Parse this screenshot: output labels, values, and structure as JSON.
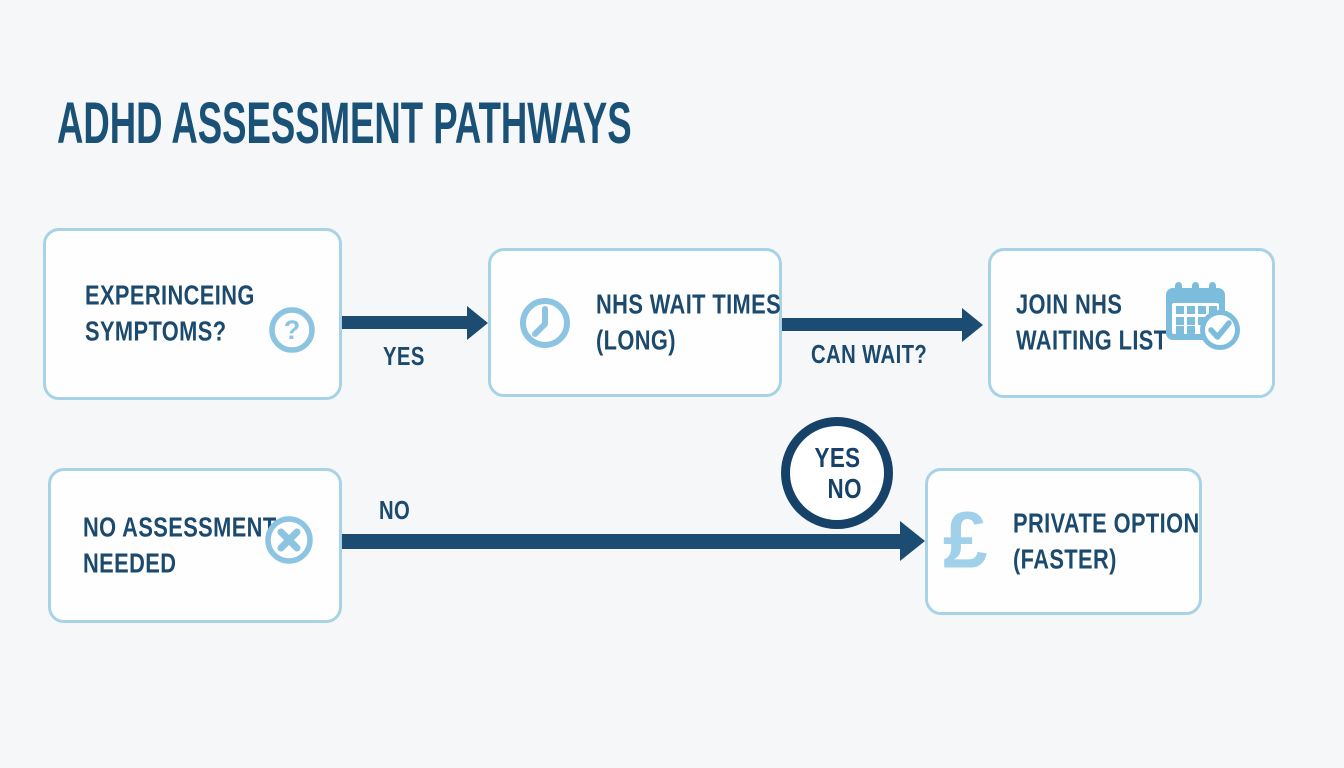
{
  "title": "ADHD ASSESSMENT PATHWAYS",
  "flow": {
    "boxes": [
      {
        "id": "experiencing-symptoms",
        "lines": [
          "EXPERINCEING",
          "SYMPTOMS?"
        ],
        "icon": "question-circle-icon"
      },
      {
        "id": "nhs-wait-times",
        "lines": [
          "NHS WAIT TIMES",
          "(LONG)"
        ],
        "icon": "clock-icon"
      },
      {
        "id": "join-nhs-waiting-list",
        "lines": [
          "JOIN NHS",
          "WAITING LIST"
        ],
        "icon": "calendar-check-icon"
      },
      {
        "id": "no-assessment-needed",
        "lines": [
          "NO ASSESSMENT",
          "NEEDED"
        ],
        "icon": "cross-circle-icon"
      },
      {
        "id": "private-option",
        "lines": [
          "PRIVATE OPTION",
          "(FASTER)"
        ],
        "icon": "pound-sterling-icon",
        "icon_glyph": "£"
      }
    ],
    "arrows": [
      {
        "label": "YES",
        "from": "experiencing-symptoms",
        "to": "nhs-wait-times"
      },
      {
        "label": "CAN WAIT?",
        "from": "nhs-wait-times",
        "to": "join-nhs-waiting-list"
      },
      {
        "label": "NO",
        "from": "no-assessment-needed",
        "to": "private-option"
      }
    ],
    "decision_circle": {
      "lines": [
        "YES",
        "NO"
      ]
    }
  },
  "colors": {
    "background": "#f5f7f8",
    "box_border": "#a8d3e6",
    "navy_ink": "#1b4a6e",
    "title_navy": "#1a5177",
    "arrow_navy": "#1d4c72",
    "circle_navy": "#16426a",
    "icon_light_blue": "#8cc4e2",
    "calendar_blue": "#7cbcdd",
    "pound_blue": "#a0d0ea"
  }
}
